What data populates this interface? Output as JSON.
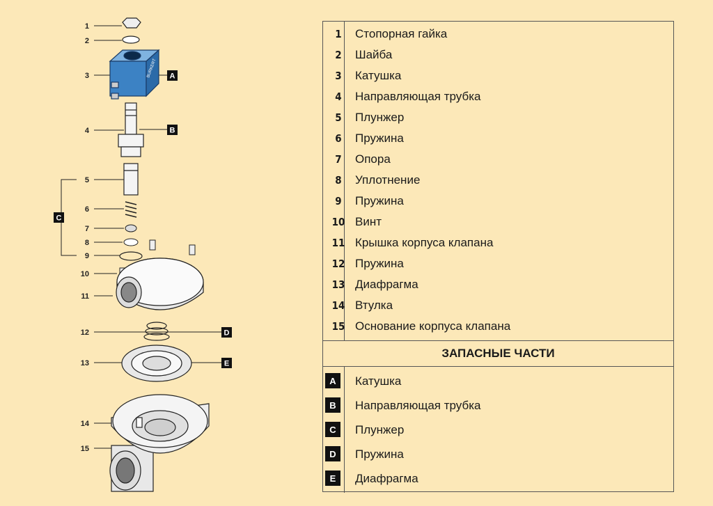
{
  "diagram": {
    "callouts": [
      "1",
      "2",
      "3",
      "4",
      "5",
      "6",
      "7",
      "8",
      "9",
      "10",
      "11",
      "12",
      "13",
      "14",
      "15"
    ],
    "markers": [
      "A",
      "B",
      "C",
      "D",
      "E"
    ],
    "coil_brand": "BURKERT"
  },
  "parts_list": [
    {
      "num": "1",
      "name": "Стопорная гайка"
    },
    {
      "num": "2",
      "name": "Шайба"
    },
    {
      "num": "3",
      "name": "Катушка"
    },
    {
      "num": "4",
      "name": "Направляющая трубка"
    },
    {
      "num": "5",
      "name": "Плунжер"
    },
    {
      "num": "6",
      "name": "Пружина"
    },
    {
      "num": "7",
      "name": "Опора"
    },
    {
      "num": "8",
      "name": "Уплотнение"
    },
    {
      "num": "9",
      "name": "Пружина"
    },
    {
      "num": "10",
      "name": "Винт"
    },
    {
      "num": "11",
      "name": "Крышка корпуса клапана"
    },
    {
      "num": "12",
      "name": "Пружина"
    },
    {
      "num": "13",
      "name": "Диафрагма"
    },
    {
      "num": "14",
      "name": "Втулка"
    },
    {
      "num": "15",
      "name": "Основание корпуса клапана"
    }
  ],
  "spare_parts_header": "ЗАПАСНЫЕ ЧАСТИ",
  "spare_parts": [
    {
      "code": "A",
      "name": "Катушка"
    },
    {
      "code": "B",
      "name": "Направляющая трубка"
    },
    {
      "code": "C",
      "name": "Плунжер"
    },
    {
      "code": "D",
      "name": "Пружина"
    },
    {
      "code": "E",
      "name": "Диафрагма"
    }
  ],
  "colors": {
    "background": "#fce8b8",
    "coil": "#3c82c4",
    "line": "#555555",
    "badge": "#111111"
  }
}
